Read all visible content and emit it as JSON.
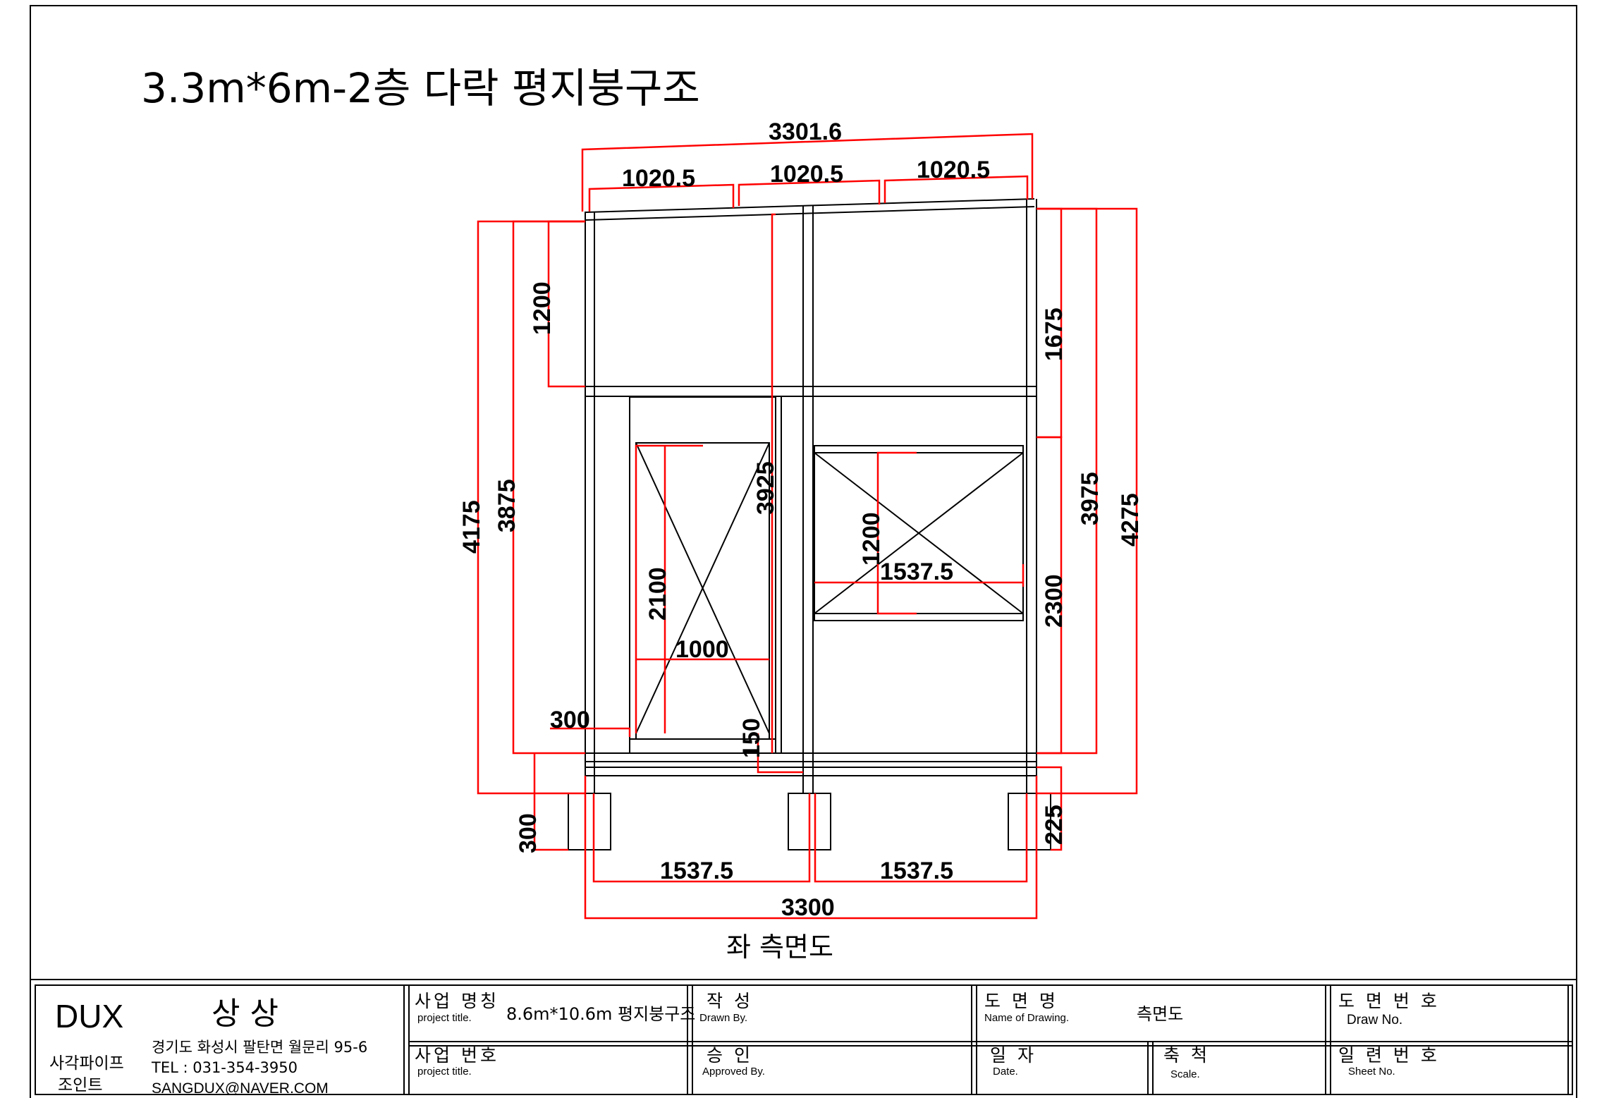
{
  "drawing": {
    "title": "3.3m*6m-2층 다락 평지붕구조",
    "caption": "좌 측면도"
  },
  "dimensions": {
    "top_total": "3301.6",
    "top_seg1": "1020.5",
    "top_seg2": "1020.5",
    "top_seg3": "1020.5",
    "left_outer": "4175",
    "left_inner": "3875",
    "left_upper": "1200",
    "left_footing": "300",
    "door_height": "2100",
    "door_width": "1000",
    "door_sill": "300",
    "mid_height": "3925",
    "mid_small": "150",
    "window_height": "1200",
    "window_width": "1537.5",
    "right_upper": "1675",
    "right_lower": "2300",
    "right_inner": "3975",
    "right_outer": "4275",
    "right_footing": "225",
    "bottom_seg1": "1537.5",
    "bottom_seg2": "1537.5",
    "bottom_total": "3300"
  },
  "title_block": {
    "company": "DUX",
    "company_kr": "상 상",
    "product_line1": "사각파이프",
    "product_line2": "조인트",
    "address": "경기도 화성시 팔탄면 월문리 95-6",
    "tel": "TEL : 031-354-3950",
    "email": "SANGDUX@NAVER.COM",
    "project_name_label": "사업 명칭",
    "project_name_sub": "project title.",
    "project_name_value": "8.6m*10.6m  평지붕구조",
    "project_no_label": "사업 번호",
    "project_no_sub": "project title.",
    "drawn_label": "작   성",
    "drawn_sub": "Drawn By.",
    "approved_label": "승   인",
    "approved_sub": "Approved By.",
    "drawing_name_label": "도  면  명",
    "drawing_name_sub": "Name of Drawing.",
    "drawing_name_value": "측면도",
    "date_label": "일  자",
    "date_sub": "Date.",
    "scale_label": "축  척",
    "scale_sub": "Scale.",
    "draw_no_label": "도 면 번 호",
    "draw_no_sub": "Draw No.",
    "sheet_no_label": "일 련 번 호",
    "sheet_no_sub": "Sheet No."
  }
}
